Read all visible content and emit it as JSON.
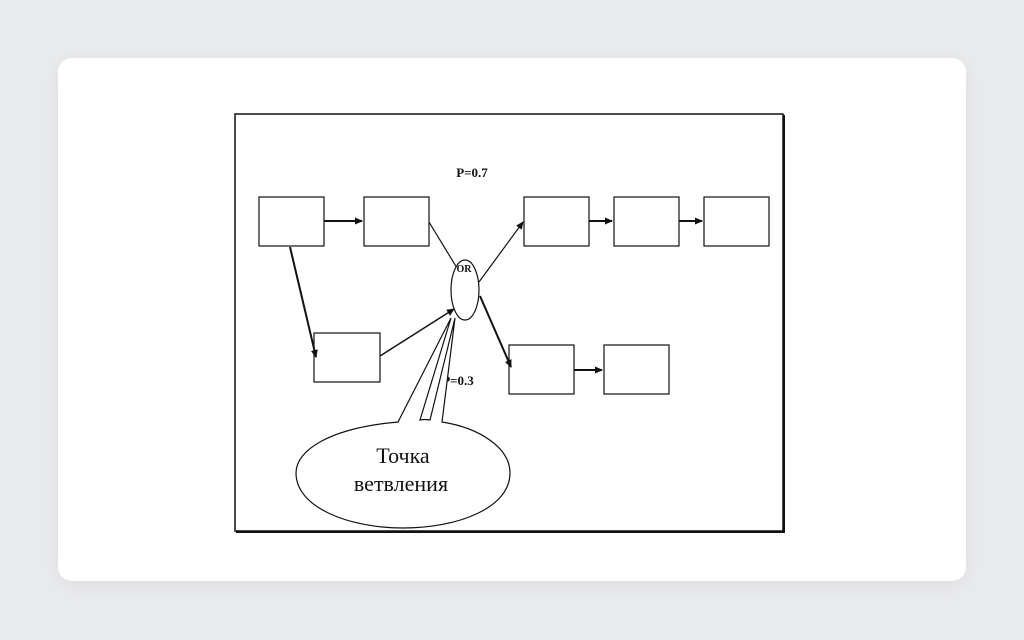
{
  "diagram": {
    "probability_top": "P=0.7",
    "probability_bottom": "P=0.3",
    "or_label": "OR",
    "callout_line1": "Точка",
    "callout_line2": "ветвления"
  }
}
